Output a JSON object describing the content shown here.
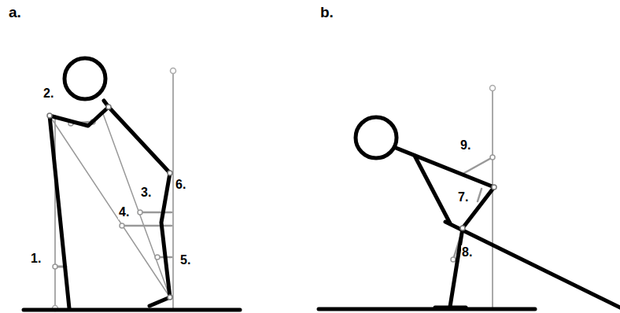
{
  "diagram": {
    "labels": [
      "a.",
      "b.",
      "1.",
      "2.",
      "3.",
      "4.",
      "5.",
      "6.",
      "7.",
      "8.",
      "9."
    ]
  }
}
